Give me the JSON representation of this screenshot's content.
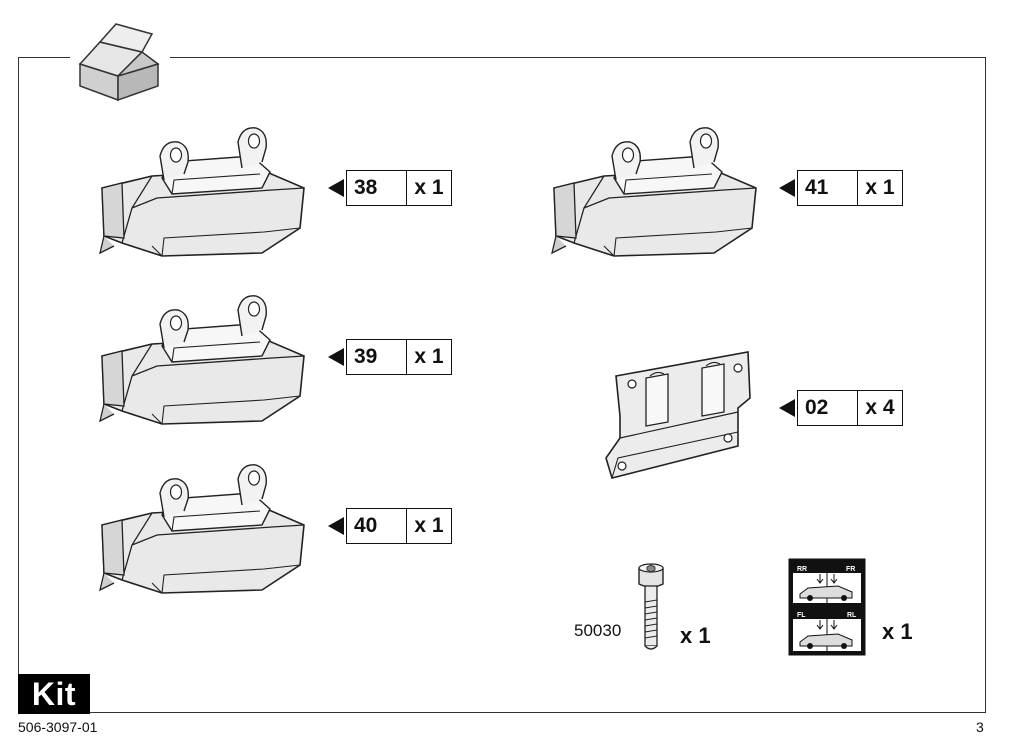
{
  "parts": [
    {
      "number": "38",
      "qty": "x 1"
    },
    {
      "number": "39",
      "qty": "x 1"
    },
    {
      "number": "40",
      "qty": "x 1"
    },
    {
      "number": "41",
      "qty": "x 1"
    },
    {
      "number": "02",
      "qty": "x 4"
    }
  ],
  "bolt": {
    "part_number": "50030",
    "qty": "x 1"
  },
  "sticker": {
    "qty": "x 1",
    "labels": [
      "RR",
      "FR",
      "FL",
      "RL"
    ]
  },
  "footer": {
    "kit_label": "Kit",
    "doc_code": "506-3097-01",
    "page": "3"
  },
  "icons": {
    "box": "open-box-icon",
    "foot": "roof-rack-foot-icon",
    "plate": "mounting-plate-icon",
    "bolt": "bolt-icon",
    "sticker": "position-sticker-icon"
  }
}
